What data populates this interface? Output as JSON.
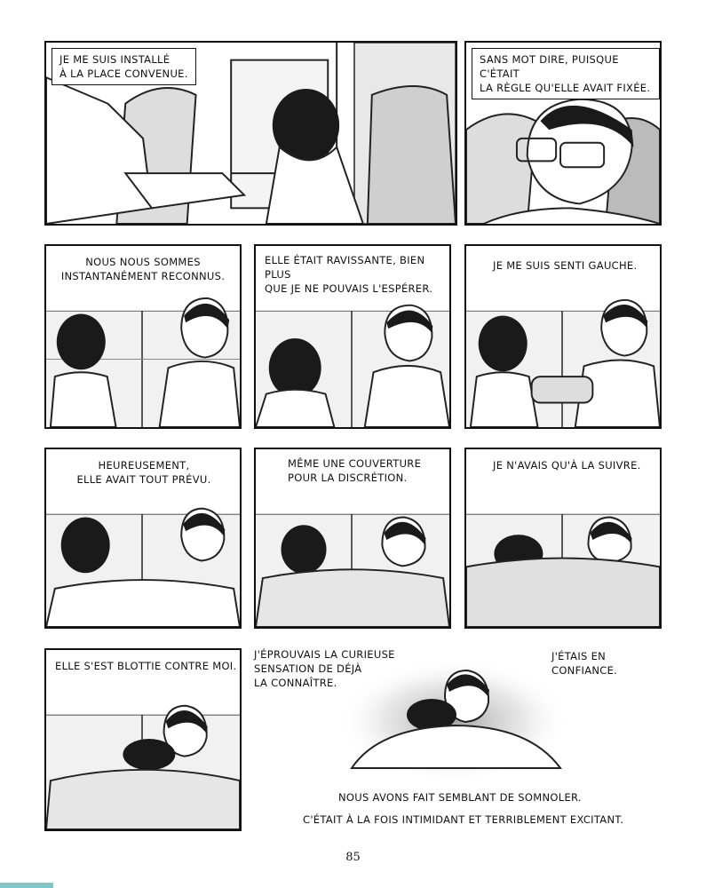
{
  "page_number": "85",
  "panels": [
    {
      "id": "p1",
      "caption": "JE ME SUIS INSTALLÉ\nÀ LA PLACE CONVENUE."
    },
    {
      "id": "p2",
      "caption": "SANS MOT DIRE, PUISQUE C'ÉTAIT\nLA RÈGLE QU'ELLE AVAIT FIXÉE."
    },
    {
      "id": "p3",
      "caption": "NOUS NOUS SOMMES\nINSTANTANÉMENT RECONNUS."
    },
    {
      "id": "p4",
      "caption": "ELLE ÉTAIT RAVISSANTE, BIEN PLUS\nQUE JE NE POUVAIS L'ESPÉRER."
    },
    {
      "id": "p5",
      "caption": "JE ME SUIS SENTI GAUCHE."
    },
    {
      "id": "p6",
      "caption": "HEUREUSEMENT,\nELLE AVAIT TOUT PRÉVU."
    },
    {
      "id": "p7",
      "caption": "MÊME UNE COUVERTURE\nPOUR LA DISCRÉTION."
    },
    {
      "id": "p8",
      "caption": "JE N'AVAIS QU'À LA SUIVRE."
    },
    {
      "id": "p9",
      "caption": "ELLE S'EST BLOTTIE CONTRE MOI."
    }
  ],
  "final_panel": {
    "caption_left": "J'ÉPROUVAIS LA CURIEUSE\nSENSATION DE DÉJÀ\nLA CONNAÎTRE.",
    "caption_right": "J'ÉTAIS EN\nCONFIANCE.",
    "caption_bottom_1": "NOUS AVONS FAIT SEMBLANT DE SOMNOLER.",
    "caption_bottom_2": "C'ÉTAIT À LA FOIS INTIMIDANT ET TERRIBLEMENT EXCITANT."
  }
}
